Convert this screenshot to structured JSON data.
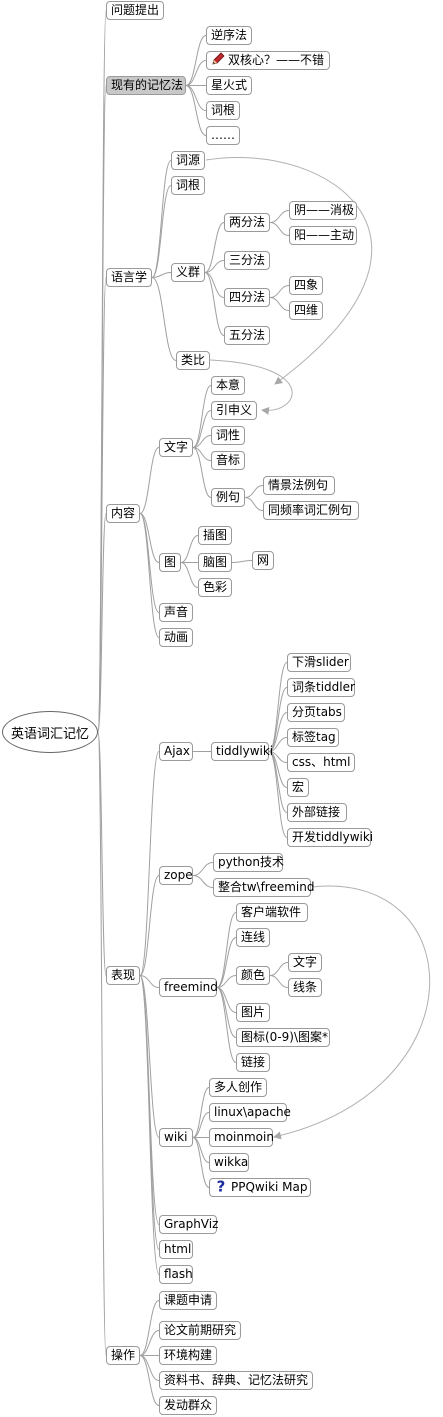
{
  "root": "英语词汇记忆",
  "branches": {
    "b1": "问题提出",
    "b2": {
      "label": "现有的记忆法",
      "c1": "逆序法",
      "c2": {
        "label": "双核心？——不错",
        "icon": "pencil-icon"
      },
      "c3": "星火式",
      "c4": "词根",
      "c5": "……"
    },
    "b3": {
      "label": "语言学",
      "c1": "词源",
      "c2": "词根",
      "c3": {
        "label": "义群",
        "d1": {
          "label": "两分法",
          "e1": "阴——消极",
          "e2": "阳——主动"
        },
        "d2": "三分法",
        "d3": {
          "label": "四分法",
          "e1": "四象",
          "e2": "四维"
        },
        "d4": "五分法"
      },
      "c4": "类比"
    },
    "b4": {
      "label": "内容",
      "c1": {
        "label": "文字",
        "d1": "本意",
        "d2": "引申义",
        "d3": "词性",
        "d4": "音标",
        "d5": {
          "label": "例句",
          "e1": "情景法例句",
          "e2": "同频率词汇例句"
        }
      },
      "c2": {
        "label": "图",
        "d1": "插图",
        "d2": {
          "label": "脑图",
          "e1": "网"
        },
        "d3": "色彩"
      },
      "c3": "声音",
      "c4": "动画"
    },
    "b5": {
      "label": "表现",
      "c1": {
        "label": "Ajax",
        "d1": {
          "label": "tiddlywiki",
          "e1": "下滑slider",
          "e2": "词条tiddler",
          "e3": "分页tabs",
          "e4": "标签tag",
          "e5": "css、html",
          "e6": "宏",
          "e7": "外部链接",
          "e8": "开发tiddlywiki"
        }
      },
      "c2": {
        "label": "zope",
        "d1": "python技术",
        "d2": "整合tw\\freemind"
      },
      "c3": {
        "label": "freemind",
        "d1": "客户端软件",
        "d2": "连线",
        "d3": {
          "label": "颜色",
          "e1": "文字",
          "e2": "线条"
        },
        "d4": "图片",
        "d5": "图标(0-9)\\图案*",
        "d6": "链接"
      },
      "c4": {
        "label": "wiki",
        "d1": "多人创作",
        "d2": "linux\\apache",
        "d3": "moinmoin",
        "d4": "wikka",
        "d5": {
          "label": "PPQwiki Map",
          "icon": "question-icon"
        }
      },
      "c5": "GraphViz",
      "c6": "html",
      "c7": "flash"
    },
    "b6": {
      "label": "操作",
      "c1": "课题申请",
      "c2": "论文前期研究",
      "c3": "环境构建",
      "c4": "资料书、辞典、记忆法研究",
      "c5": "发动群众"
    }
  },
  "colors": {
    "edge": "#a0a0a0",
    "node_border": "#9a9a9a",
    "selected_fill": "#c8c8c8",
    "link": "#b0b0b0"
  }
}
